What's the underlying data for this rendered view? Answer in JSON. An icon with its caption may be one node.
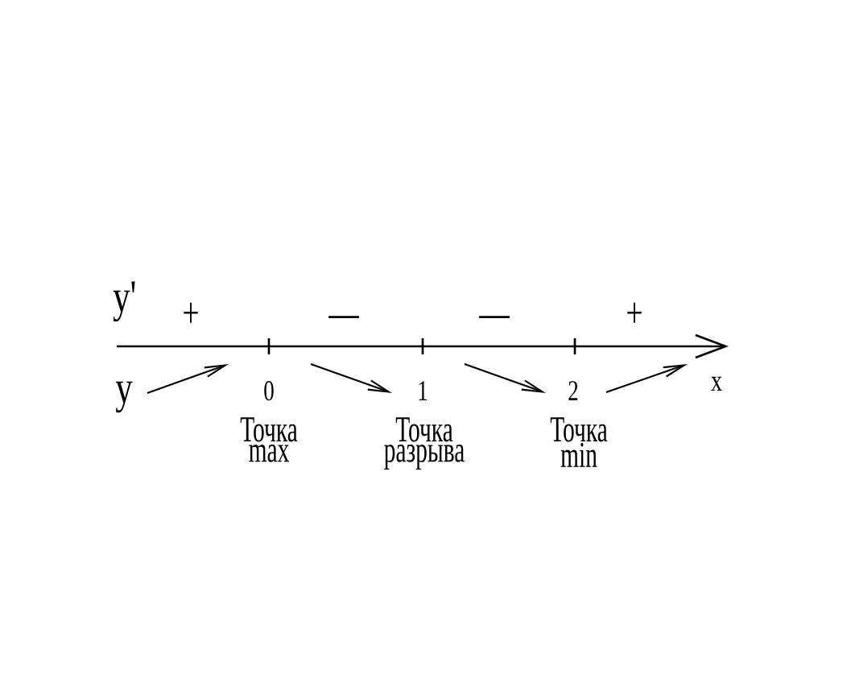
{
  "diagram": {
    "labels": [
      "y'",
      "+",
      "—",
      "—",
      "+",
      "y",
      "0",
      "1",
      "2",
      "x",
      "Точка max",
      "Точка разрыва",
      "Точка min"
    ]
  }
}
